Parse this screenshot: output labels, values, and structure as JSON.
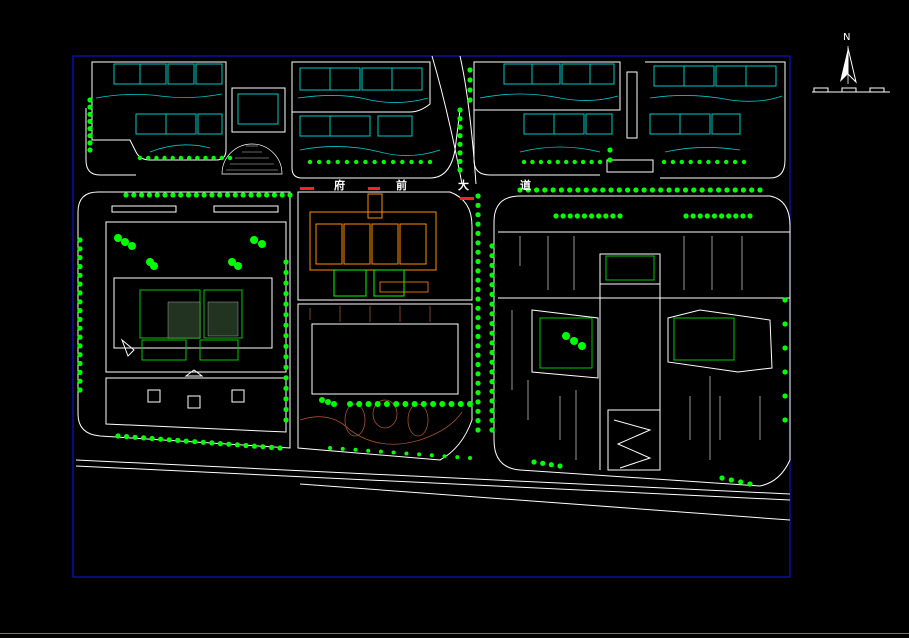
{
  "drawing": {
    "road_chars": [
      "府",
      "前",
      "大",
      "道"
    ],
    "north": "N"
  },
  "colors": {
    "background": "#000000",
    "frame": "#1010c8",
    "linework": "#ffffff",
    "trees": "#00ff00",
    "buildings": "#00c8c8",
    "red_marks": "#ff2020",
    "brown_paths": "#a0522d",
    "orange": "#ff8c00",
    "status_line": "#00c800"
  }
}
